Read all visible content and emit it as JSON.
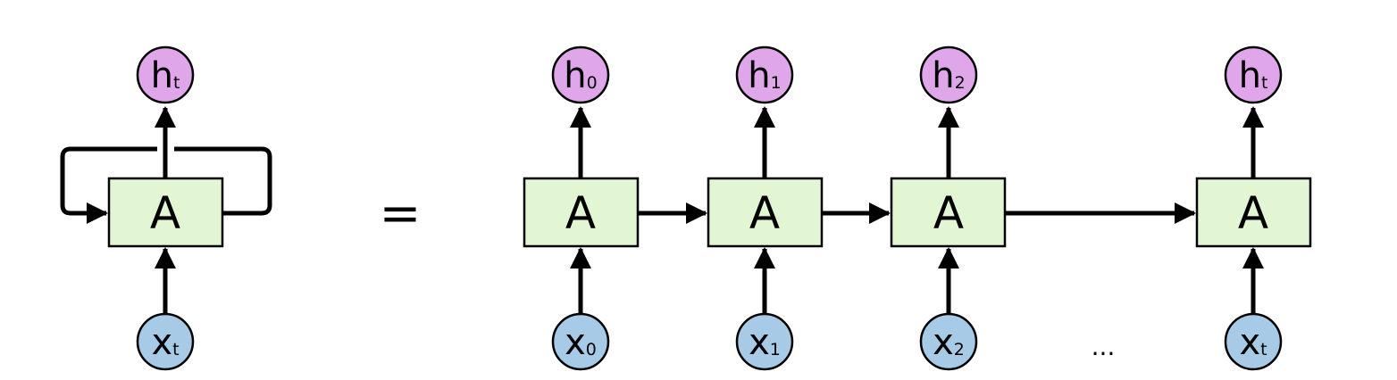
{
  "colors": {
    "cell_fill": "#e2f6d4",
    "hidden_node_fill": "#dfa7ea",
    "input_node_fill": "#a7cbe6",
    "stroke": "#000000"
  },
  "rolled": {
    "cell": {
      "label": "A"
    },
    "hidden": {
      "main": "h",
      "sub": "t"
    },
    "input": {
      "main": "x",
      "sub": "t"
    }
  },
  "equals": "=",
  "unrolled": [
    {
      "cell": "A",
      "hidden_main": "h",
      "hidden_sub": "0",
      "input_main": "x",
      "input_sub": "0"
    },
    {
      "cell": "A",
      "hidden_main": "h",
      "hidden_sub": "1",
      "input_main": "x",
      "input_sub": "1"
    },
    {
      "cell": "A",
      "hidden_main": "h",
      "hidden_sub": "2",
      "input_main": "x",
      "input_sub": "2"
    },
    {
      "cell": "A",
      "hidden_main": "h",
      "hidden_sub": "t",
      "input_main": "x",
      "input_sub": "t"
    }
  ],
  "ellipsis": "..."
}
